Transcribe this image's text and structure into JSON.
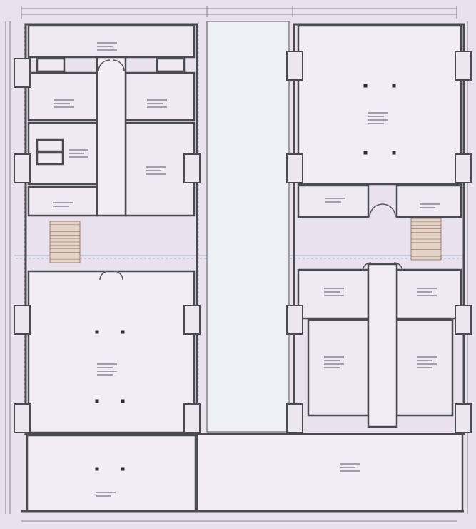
{
  "drawing": {
    "type": "architectural floor plan",
    "palette": {
      "paper": "#e9e2ee",
      "wall": "#4a4a52",
      "stair": "#e3d3c9",
      "accent": "#8fb4cf"
    }
  },
  "rooms": [
    {
      "id": "left-top-room"
    },
    {
      "id": "left-office-1"
    },
    {
      "id": "left-office-2"
    },
    {
      "id": "left-office-3"
    },
    {
      "id": "left-office-4"
    },
    {
      "id": "left-small-room"
    },
    {
      "id": "left-main-hall"
    },
    {
      "id": "right-top-hall"
    },
    {
      "id": "right-office-1"
    },
    {
      "id": "right-office-2"
    },
    {
      "id": "right-office-3"
    },
    {
      "id": "right-office-4"
    },
    {
      "id": "right-office-5"
    },
    {
      "id": "right-office-6"
    },
    {
      "id": "bottom-left-hall"
    },
    {
      "id": "bottom-right-hall"
    },
    {
      "id": "central-courtyard"
    }
  ]
}
